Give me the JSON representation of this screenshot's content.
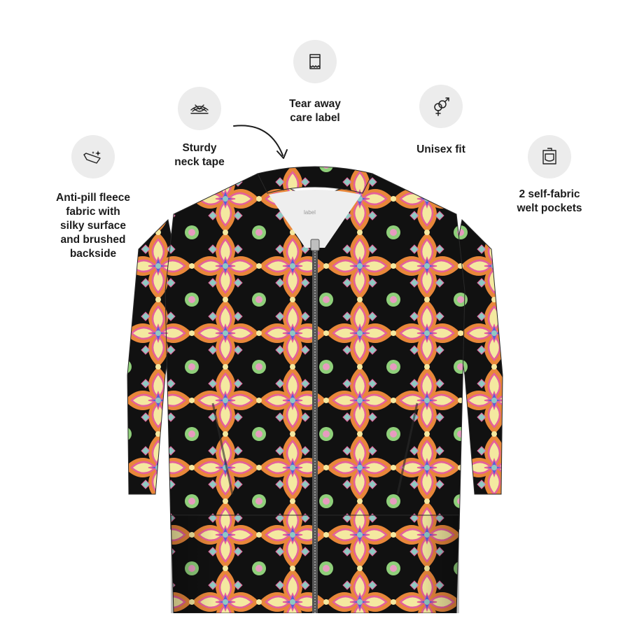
{
  "features": [
    {
      "id": "fleece",
      "icon": "sparkle-fabric-icon",
      "label": "Anti-pill fleece\nfabric with\nsilky surface\nand brushed\nbackside"
    },
    {
      "id": "neck",
      "icon": "collar-icon",
      "label": "Sturdy\nneck tape"
    },
    {
      "id": "care",
      "icon": "care-label-icon",
      "label": "Tear away\ncare label"
    },
    {
      "id": "unisex",
      "icon": "gender-symbols-icon",
      "label": "Unisex fit"
    },
    {
      "id": "pockets",
      "icon": "pocket-icon",
      "label": "2 self-fabric\nwelt pockets"
    }
  ],
  "colors": {
    "icon_bg": "#ececec",
    "text": "#1c1c1c",
    "pattern_base": "#111111",
    "pattern_orange": "#e8873a",
    "pattern_pink": "#e5609a",
    "pattern_blue": "#5a5fd6",
    "pattern_yellow": "#f4e9a0",
    "pattern_green": "#8fcf7a",
    "pattern_teal": "#8fc9c2"
  }
}
